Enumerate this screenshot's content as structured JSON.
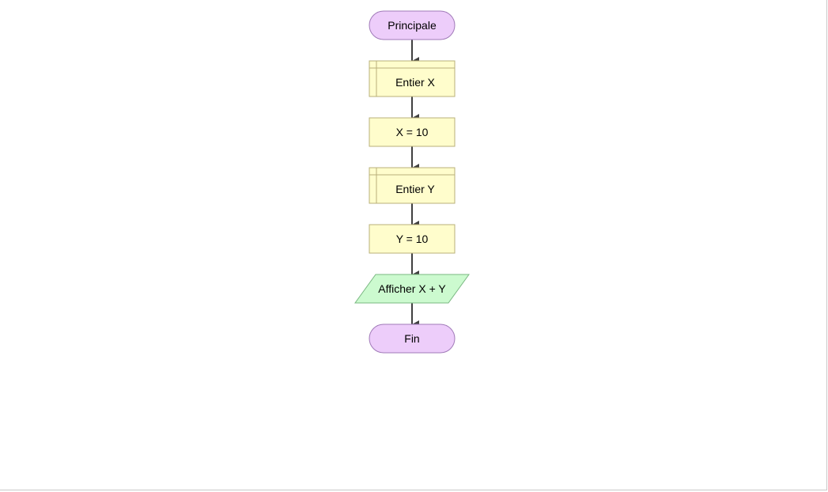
{
  "flowchart": {
    "nodes": [
      {
        "id": "start",
        "shape": "terminal",
        "label": "Principale"
      },
      {
        "id": "decl-x",
        "shape": "declare",
        "label": "Entier X"
      },
      {
        "id": "assign-x",
        "shape": "process",
        "label": "X = 10"
      },
      {
        "id": "decl-y",
        "shape": "declare",
        "label": "Entier Y"
      },
      {
        "id": "assign-y",
        "shape": "process",
        "label": "Y = 10"
      },
      {
        "id": "output",
        "shape": "io",
        "label": "Afficher X + Y"
      },
      {
        "id": "end",
        "shape": "terminal",
        "label": "Fin"
      }
    ],
    "edges": [
      [
        "start",
        "decl-x"
      ],
      [
        "decl-x",
        "assign-x"
      ],
      [
        "assign-x",
        "decl-y"
      ],
      [
        "decl-y",
        "assign-y"
      ],
      [
        "assign-y",
        "output"
      ],
      [
        "output",
        "end"
      ]
    ]
  },
  "colors": {
    "terminal_fill": "#EDCDFA",
    "terminal_stroke": "#A07AB8",
    "process_fill": "#FFFDCC",
    "process_stroke": "#B8B07A",
    "io_fill": "#CCFACF",
    "io_stroke": "#7AB882",
    "arrow": "#404040"
  }
}
